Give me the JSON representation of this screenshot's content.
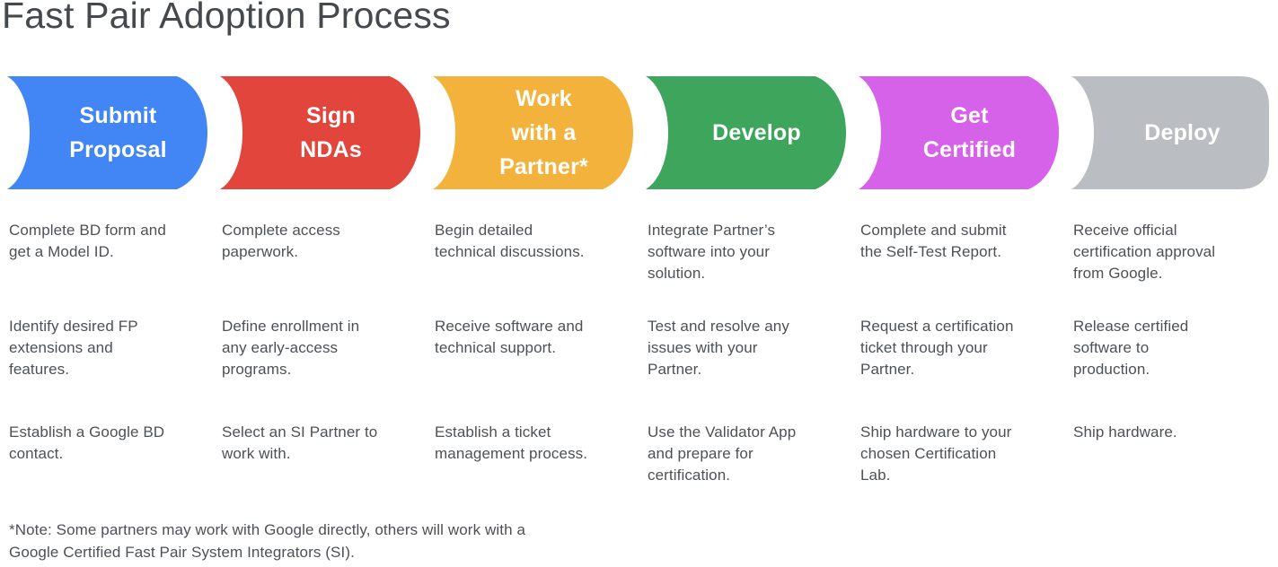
{
  "title": "Fast Pair Adoption Process",
  "stages": [
    {
      "label": "Submit\nProposal",
      "color": "#4285F4",
      "items": [
        "Complete BD form and\nget a Model ID.",
        "Identify desired FP\nextensions and\nfeatures.",
        "Establish a Google BD\ncontact."
      ]
    },
    {
      "label": "Sign\nNDAs",
      "color": "#E2453B",
      "items": [
        "Complete access\npaperwork.",
        "Define enrollment in\nany early-access\nprograms.",
        "Select an SI Partner to\nwork with."
      ]
    },
    {
      "label": "Work\nwith a\nPartner*",
      "color": "#F3B23B",
      "items": [
        "Begin detailed\ntechnical discussions.",
        "Receive software and\ntechnical support.",
        "Establish a ticket\nmanagement process."
      ]
    },
    {
      "label": "Develop",
      "color": "#3DA65C",
      "items": [
        "Integrate Partner’s\nsoftware into your\nsolution.",
        "Test and resolve any\nissues with your\nPartner.",
        "Use the Validator App\nand prepare for\ncertification."
      ]
    },
    {
      "label": "Get\nCertified",
      "color": "#D762EA",
      "items": [
        "Complete and submit\nthe Self-Test Report.",
        "Request a certification\nticket through your\nPartner.",
        "Ship hardware to your\nchosen Certification\nLab."
      ]
    },
    {
      "label": "Deploy",
      "color": "#BABDC2",
      "items": [
        "Receive official\ncertification approval\nfrom Google.",
        "Release certified\nsoftware to\nproduction.",
        "Ship hardware."
      ]
    }
  ],
  "note": "*Note: Some partners may work with Google directly, others will work with a\nGoogle Certified Fast Pair System Integrators (SI)."
}
